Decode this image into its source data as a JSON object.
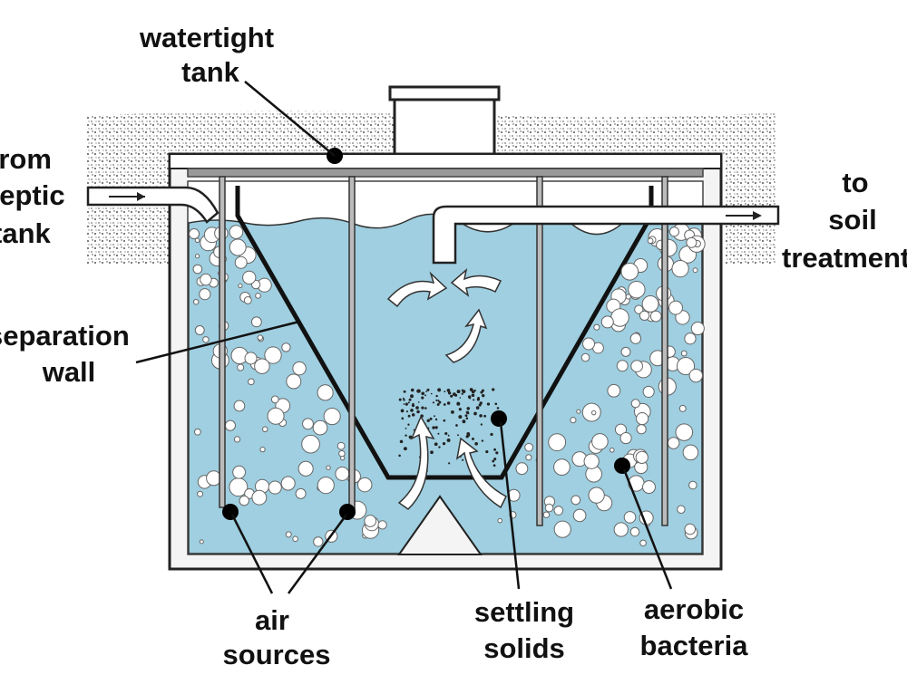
{
  "labels": {
    "watertight_1": "watertight",
    "watertight_2": "tank",
    "from_1": "from",
    "from_2": "septic",
    "from_3": "tank",
    "to_1": "to",
    "to_2": "soil",
    "to_3": "treatment",
    "sep_1": "separation",
    "sep_2": "wall",
    "air_1": "air",
    "air_2": "sources",
    "settle_1": "settling",
    "settle_2": "solids",
    "aero_1": "aerobic",
    "aero_2": "bacteria"
  },
  "colors": {
    "water": "#9fcfe0",
    "outline": "#222222",
    "pipe": "#aaaaaa"
  }
}
